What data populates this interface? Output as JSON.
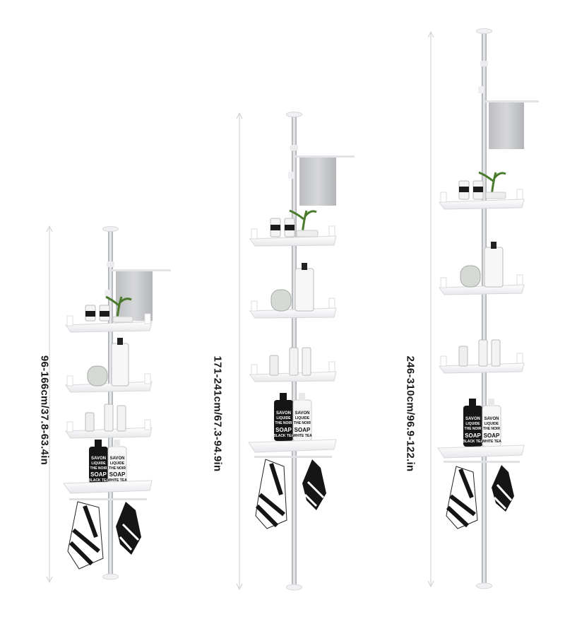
{
  "variants": [
    {
      "size_label": "96-166cm/37.8-63.4in",
      "bottle_left": {
        "line1": "SAVON",
        "line2": "LIQUIDE",
        "line3": "THE NOIR",
        "line4": "SOAP",
        "line5": "BLACK TEA"
      },
      "bottle_right": {
        "line1": "SAVON",
        "line2": "LIQUIDE",
        "line3": "THE NOIR",
        "line4": "SOAP",
        "line5": "WHITE TEA"
      }
    },
    {
      "size_label": "171-241cm/67.3-94.9in",
      "bottle_left": {
        "line1": "SAVON",
        "line2": "LIQUIDE",
        "line3": "THE NOIR",
        "line4": "SOAP",
        "line5": "BLACK TEA"
      },
      "bottle_right": {
        "line1": "SAVON",
        "line2": "LIQUIDE",
        "line3": "THE NOIR",
        "line4": "SOAP",
        "line5": "WHITE TEA"
      }
    },
    {
      "size_label": "246-310cm/96.9-122.in",
      "bottle_left": {
        "line1": "SAVON",
        "line2": "LIQUIDE",
        "line3": "THE NOIR",
        "line4": "SOAP",
        "line5": "BLACK TEA"
      },
      "bottle_right": {
        "line1": "SAVON",
        "line2": "LIQUIDE",
        "line3": "THE NOIR",
        "line4": "SOAP",
        "line5": "WHITE TEA"
      }
    }
  ],
  "colors": {
    "pole": "#c9cbcf",
    "shelf": "#ffffff",
    "shelf_edge": "#d9dadd",
    "towel": "#c8c8ca",
    "black_bottle": "#151515",
    "plant": "#4a7a2c",
    "dim_line": "#c9c9c9"
  }
}
